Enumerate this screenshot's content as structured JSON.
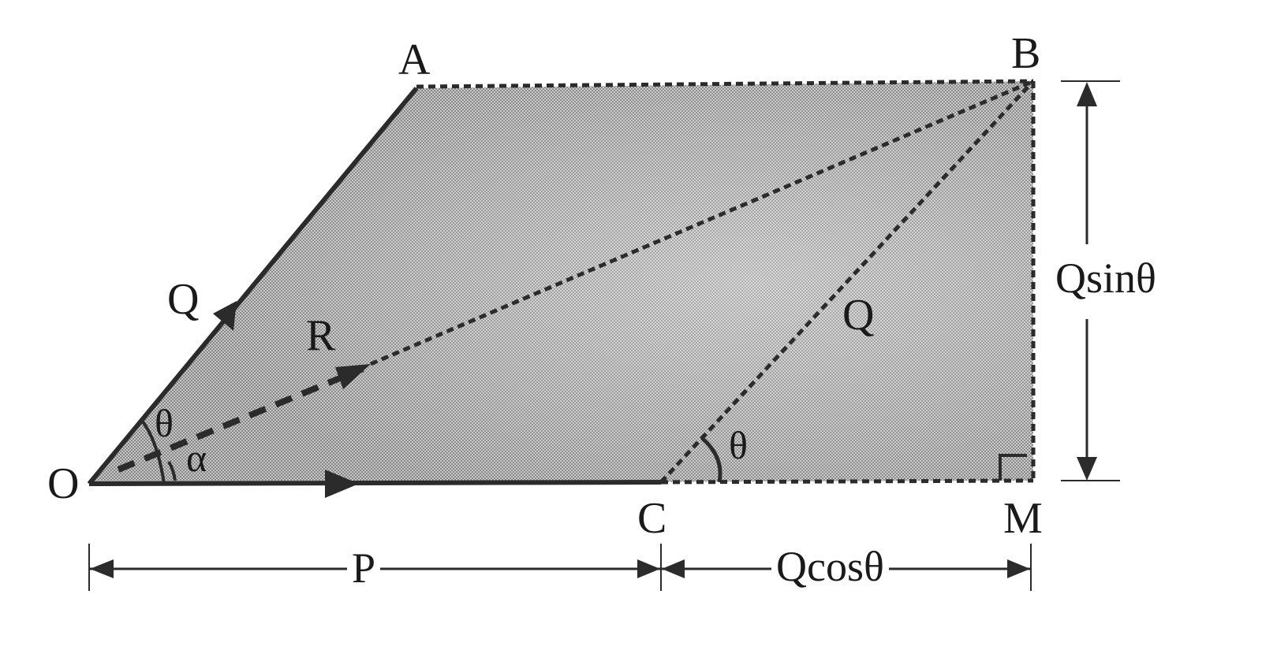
{
  "figure": {
    "description": "Parallelogram law of vector addition: vectors P and Q with resultant R",
    "colors": {
      "fill": "#a9a9a9",
      "stroke": "#2b2b2b",
      "background": "#ffffff"
    }
  },
  "points": {
    "O": "O",
    "A": "A",
    "B": "B",
    "C": "C",
    "M": "M"
  },
  "vectors": {
    "Q_left": "Q",
    "Q_right": "Q",
    "R": "R"
  },
  "angles": {
    "theta_O": "θ",
    "alpha_O": "α",
    "theta_C": "θ"
  },
  "dimensions": {
    "horizontal_left": "P",
    "horizontal_right": "Qcosθ",
    "vertical": "Qsinθ"
  }
}
